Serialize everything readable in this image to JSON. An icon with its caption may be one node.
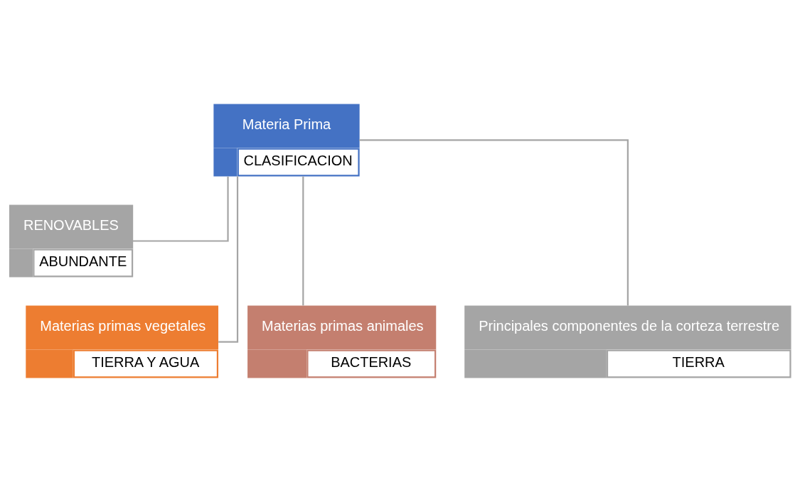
{
  "diagram": {
    "nodes": [
      {
        "text": [
          "Materia Prima",
          "CLASIFICACION"
        ]
      },
      {
        "text": [
          "RENOVABLES",
          "ABUNDANTE"
        ]
      },
      {
        "text": [
          "Materias primas vegetales",
          "TIERRA Y AGUA"
        ]
      },
      {
        "text": [
          "Materias primas animales",
          "BACTERIAS"
        ]
      },
      {
        "text": [
          "Principales componentes de la corteza terrestre",
          "TIERRA"
        ]
      }
    ],
    "edges": [
      {
        "from": 0,
        "to": 1,
        "arrow": "none"
      },
      {
        "from": 0,
        "to": 2,
        "arrow": "none"
      },
      {
        "from": 0,
        "to": 3,
        "arrow": "none"
      },
      {
        "from": 0,
        "to": 4,
        "arrow": "none"
      }
    ]
  }
}
